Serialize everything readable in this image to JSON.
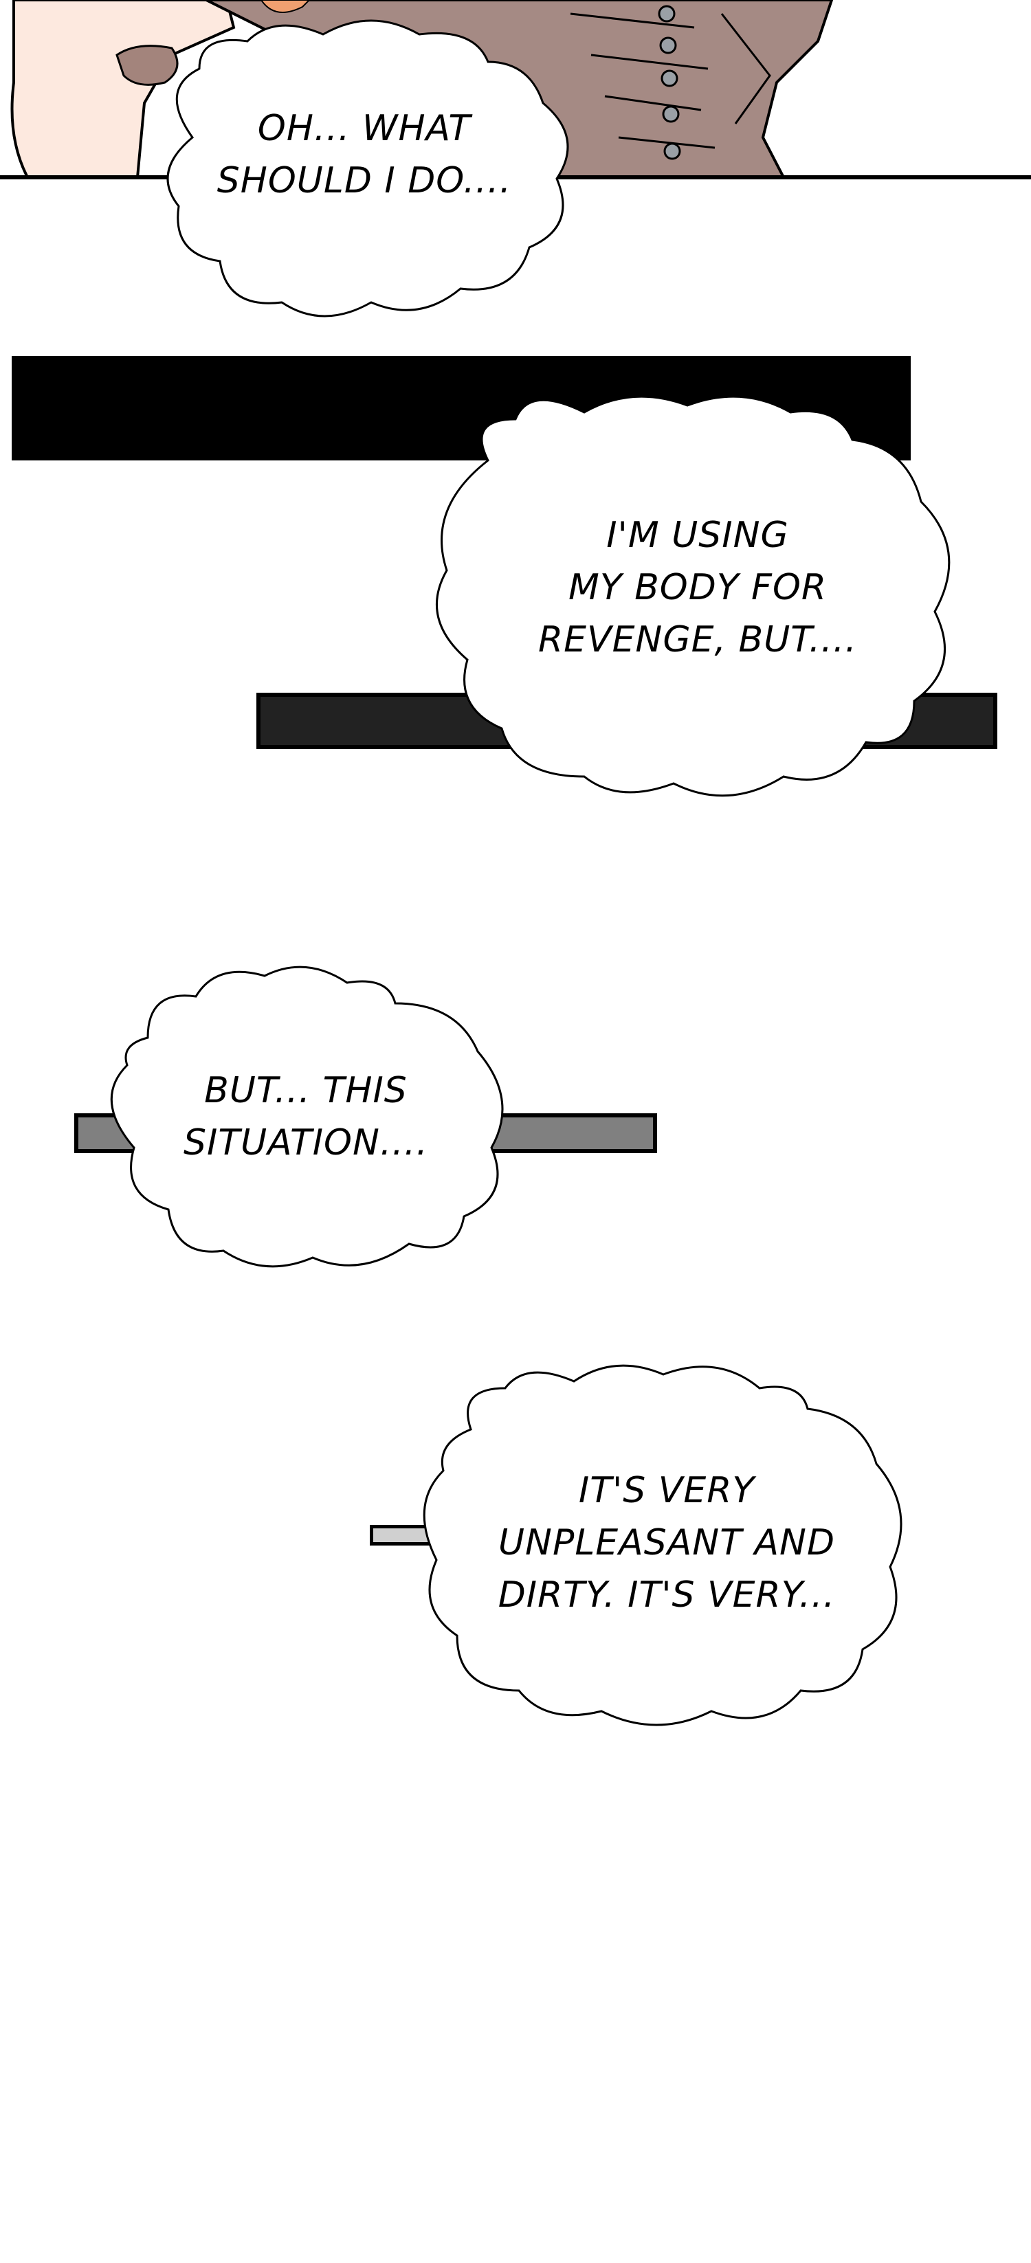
{
  "comic": {
    "bubbles": [
      {
        "lines": [
          "OH... WHAT",
          "SHOULD I DO...."
        ]
      },
      {
        "lines": [
          "I'M USING",
          "MY BODY FOR",
          "REVENGE, BUT...."
        ]
      },
      {
        "lines": [
          "BUT... THIS",
          "SITUATION...."
        ]
      },
      {
        "lines": [
          "IT'S VERY",
          "UNPLEASANT AND",
          "DIRTY. IT'S VERY..."
        ]
      }
    ]
  }
}
